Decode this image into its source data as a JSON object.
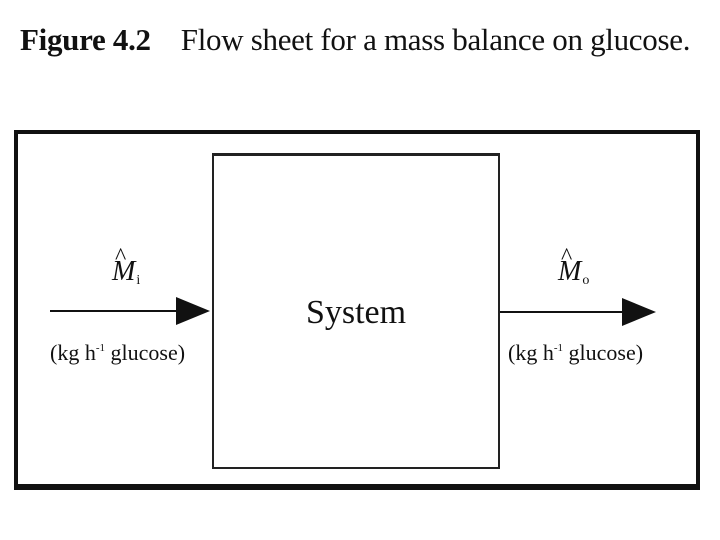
{
  "caption": {
    "label": "Figure 4.2",
    "text": "Flow sheet for a mass balance on glucose."
  },
  "diagram": {
    "system": {
      "label": "System"
    },
    "inflow": {
      "symbol": "M",
      "hat": "^",
      "subscript": "i",
      "units_prefix": "(kg h",
      "units_exponent": "-1",
      "units_suffix": " glucose)"
    },
    "outflow": {
      "symbol": "M",
      "hat": "^",
      "subscript": "o",
      "units_prefix": "(kg h",
      "units_exponent": "-1",
      "units_suffix": " glucose)"
    }
  }
}
